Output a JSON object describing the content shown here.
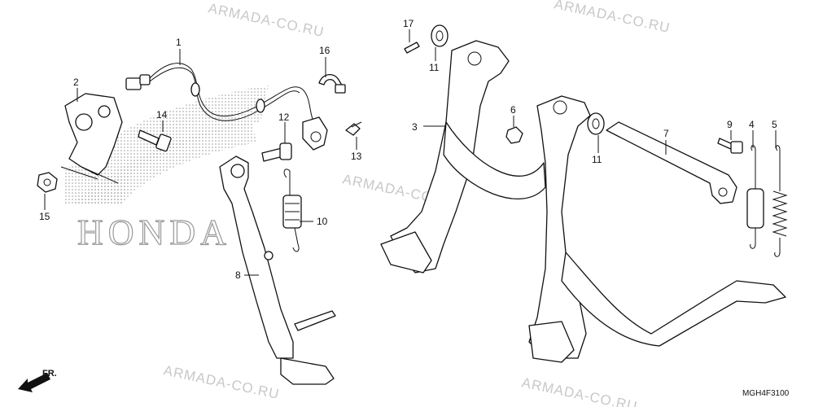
{
  "watermark": "ARMADA-CO.RU",
  "logo_text": "HONDA",
  "diagram_code": "MGH4F3100",
  "front_label": "FR.",
  "callouts": [
    {
      "id": "c1",
      "text": "1"
    },
    {
      "id": "c2",
      "text": "2"
    },
    {
      "id": "c3",
      "text": "3"
    },
    {
      "id": "c4",
      "text": "4"
    },
    {
      "id": "c5",
      "text": "5"
    },
    {
      "id": "c6",
      "text": "6"
    },
    {
      "id": "c7",
      "text": "7"
    },
    {
      "id": "c8",
      "text": "8"
    },
    {
      "id": "c9",
      "text": "9"
    },
    {
      "id": "c10",
      "text": "10"
    },
    {
      "id": "c11a",
      "text": "11"
    },
    {
      "id": "c11b",
      "text": "11"
    },
    {
      "id": "c12",
      "text": "12"
    },
    {
      "id": "c13",
      "text": "13"
    },
    {
      "id": "c14",
      "text": "14"
    },
    {
      "id": "c15",
      "text": "15"
    },
    {
      "id": "c16",
      "text": "16"
    },
    {
      "id": "c17",
      "text": "17"
    }
  ]
}
